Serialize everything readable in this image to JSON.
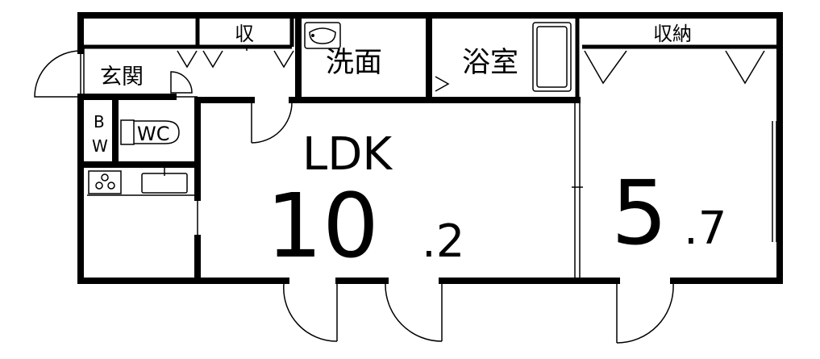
{
  "rooms": {
    "ldk_name": "LDK",
    "ldk_size_main": "10",
    "ldk_size_dec": ".2",
    "western_size_main": "5",
    "western_size_dec": ".7",
    "entrance": "玄関",
    "washroom": "洗面",
    "bathroom": "浴室",
    "storage_small": "収",
    "storage_large": "収納",
    "toilet": "WC",
    "bw_top": "B",
    "bw_bottom": "W"
  },
  "colors": {
    "wall": "#000000",
    "background": "#ffffff"
  }
}
